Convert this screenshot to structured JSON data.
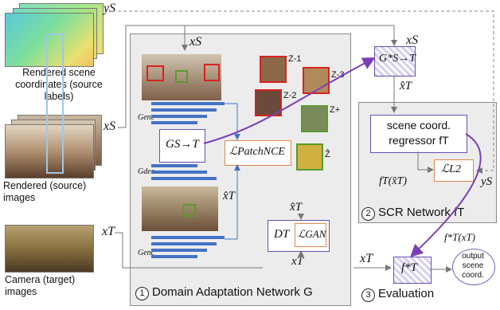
{
  "left": {
    "scene_label": "Rendered scene coordinates (source labels)",
    "source_label": "Rendered (source) images",
    "camera_label": "Camera (target) images",
    "ys": "yS",
    "xs": "xS",
    "xt": "xT"
  },
  "dan": {
    "xs_top": "xS",
    "zm1": "Z-1",
    "zm2": "Z-2",
    "zm3": "Z-3",
    "zplus": "Z+",
    "zhat": "Ẑ",
    "genc1": "Genc",
    "gdec": "Gdec",
    "genc2": "Genc",
    "g_box": "GS→T",
    "patchnce": "ℒPatchNCE",
    "xt_hat_left": "x̂T",
    "xt_hat_mid": "x̂T",
    "d_box": "DT",
    "gan": "ℒGAN",
    "xt_bottom": "xT",
    "title_num": "1",
    "title": "Domain Adaptation Network G"
  },
  "top_right": {
    "xs": "xS",
    "g_star": "G*S→T",
    "xt_hat": "x̂T"
  },
  "scr": {
    "regressor": "scene coord. regressor fT",
    "fx": "fT(x̂T)",
    "l2": "ℒL2",
    "ys": "yS",
    "title_num": "2",
    "title": "SCR Network fT"
  },
  "eval": {
    "xt": "xT",
    "f_star": "f*T",
    "f_out": "f*T(xT)",
    "output": "output scene coord.",
    "title_num": "3",
    "title": "Evaluation"
  },
  "colors": {
    "purple": "#7a3fb8",
    "orange": "#e0874a",
    "blue": "#4472c4",
    "red": "#d9231d",
    "green": "#5a9b2e"
  }
}
